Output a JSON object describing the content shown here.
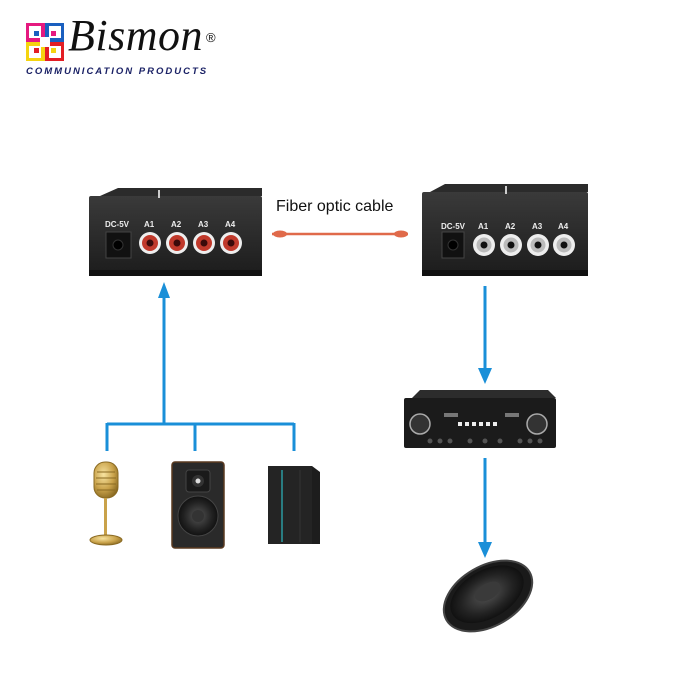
{
  "brand": {
    "name": "Bismon",
    "registered": "®",
    "tagline": "COMMUNICATION PRODUCTS",
    "colors": {
      "magenta": "#e5197f",
      "blue": "#1a5fbf",
      "yellow": "#f5d40f",
      "red": "#e31e24",
      "text_blue": "#1b2266"
    }
  },
  "diagram": {
    "cable_label": "Fiber optic cable",
    "cable_color": "#e06a4a",
    "arrow_color": "#1a8fd8",
    "transmitter": {
      "power_label": "DC-5V",
      "ports": [
        "A1",
        "A2",
        "A3",
        "A4"
      ],
      "port_color": "#c0392b"
    },
    "receiver": {
      "power_label": "DC-5V",
      "ports": [
        "A1",
        "A2",
        "A3",
        "A4"
      ],
      "port_color": "#dcdcdc"
    },
    "sources": [
      "microphone",
      "bookshelf-speaker",
      "pc-tower"
    ],
    "outputs": [
      "amplifier",
      "speaker-driver"
    ]
  }
}
